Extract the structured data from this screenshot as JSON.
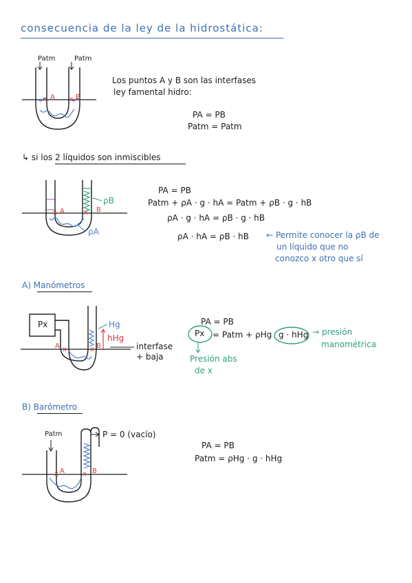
{
  "title": "consecuencia de la ley de la hidrostática:",
  "s1": {
    "patm_left": "Patm",
    "patm_right": "Patm",
    "label_a": "A",
    "label_b": "B",
    "note_line1": "Los puntos A y B son las interfases",
    "note_line2": "ley famental hidro:",
    "eq1": "PA = PB",
    "eq2": "Patm = Patm"
  },
  "s2": {
    "heading": "↳ si los 2 líquidos son inmiscibles",
    "label_a": "A",
    "label_b": "B",
    "rho_b": "ρB",
    "rho_a": "ρA",
    "eq1": "PA = PB",
    "eq2": "Patm + ρA · g · hA = Patm + ρB · g · hB",
    "eq3": "ρA · g · hA = ρB · g · hB",
    "eq4": "ρA · hA = ρB · hB",
    "note_line1": "← Permite conocer la ρB de",
    "note_line2": "un líquido que no",
    "note_line3": "conozco x otro que sí"
  },
  "s3": {
    "heading": "A) Manómetros",
    "px": "Px",
    "hg": "Hg",
    "hhg": "hHg",
    "label_a": "A",
    "label_b": "B",
    "interface_line1": "interfase",
    "interface_line2": "+ baja",
    "eq1": "PA = PB",
    "eq2_px": "Px",
    "eq2_rest": "= Patm + ρHg",
    "eq2_circ": "g · hHg",
    "pres_mano_line1": "→ presión",
    "pres_mano_line2": "manométrica",
    "pres_abs_line1": "Presión abs",
    "pres_abs_line2": "de x"
  },
  "s4": {
    "heading": "B) Barómetro",
    "patm": "Patm",
    "p_zero": "P = 0 (vacío)",
    "label_a": "A",
    "label_b": "B",
    "eq1": "PA = PB",
    "eq2": "Patm = ρHg · g · hHg"
  },
  "colors": {
    "title_blue": "#3d6fb4",
    "point_red": "#d83a3a",
    "liquid_blue": "#4a7fc8",
    "liquid_green": "#3aa07a",
    "teal_note": "#2e9e84"
  }
}
